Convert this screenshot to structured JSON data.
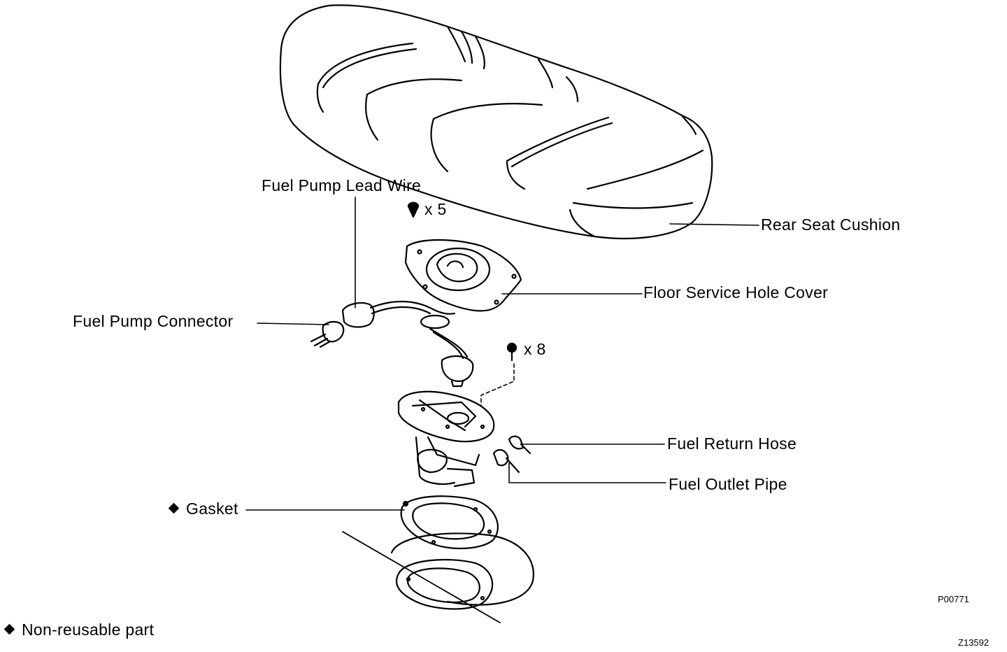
{
  "labels": {
    "lead_wire": "Fuel Pump Lead Wire",
    "clip_qty": "x 5",
    "rear_seat": "Rear Seat Cushion",
    "floor_cover": "Floor Service Hole Cover",
    "connector": "Fuel Pump Connector",
    "bolt_qty": "x 8",
    "return_hose": "Fuel Return Hose",
    "outlet_pipe": "Fuel Outlet Pipe",
    "gasket": "Gasket",
    "legend_note": "Non-reusable part",
    "ref_code_1": "P00771",
    "ref_code_2": "Z13592"
  }
}
